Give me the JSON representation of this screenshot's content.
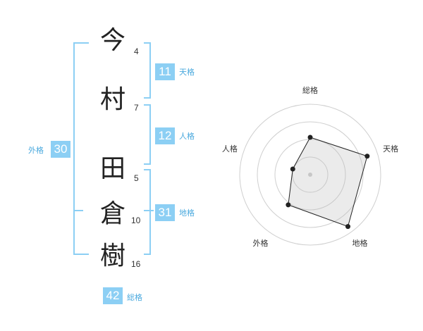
{
  "name_characters": [
    {
      "char": "今",
      "strokes": "4"
    },
    {
      "char": "村",
      "strokes": "7"
    },
    {
      "char": "田",
      "strokes": "5"
    },
    {
      "char": "倉",
      "strokes": "10"
    },
    {
      "char": "樹",
      "strokes": "16"
    }
  ],
  "kakusu": {
    "tenkaku": {
      "value": "11",
      "label": "天格"
    },
    "jinkaku": {
      "value": "12",
      "label": "人格"
    },
    "chikaku": {
      "value": "31",
      "label": "地格"
    },
    "gaikaku": {
      "value": "30",
      "label": "外格"
    },
    "soukaku": {
      "value": "42",
      "label": "総格"
    }
  },
  "colors": {
    "accent": "#8ccff4",
    "accent_text": "#4aa9de"
  },
  "chart_data": {
    "type": "radar",
    "axes": [
      "総格",
      "天格",
      "地格",
      "外格",
      "人格"
    ],
    "values": [
      0.53,
      0.85,
      0.91,
      0.53,
      0.26
    ],
    "rings": 4
  }
}
